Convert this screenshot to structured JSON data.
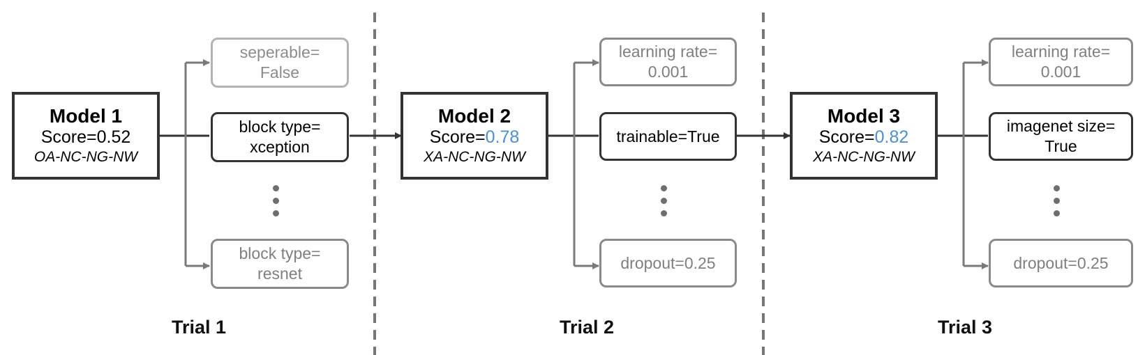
{
  "models": [
    {
      "title": "Model 1",
      "score_prefix": "Score=",
      "score": "0.52",
      "code": "OA-NC-NG-NW",
      "score_highlight": false
    },
    {
      "title": "Model 2",
      "score_prefix": "Score=",
      "score": "0.78",
      "code": "XA-NC-NG-NW",
      "score_highlight": true
    },
    {
      "title": "Model 3",
      "score_prefix": "Score=",
      "score": "0.82",
      "code": "XA-NC-NG-NW",
      "score_highlight": true
    }
  ],
  "options": [
    {
      "top": "seperable=\nFalse",
      "selected": "block type=\nxception",
      "bottom": "block type=\nresnet"
    },
    {
      "top": "learning rate=\n0.001",
      "selected": "trainable=True",
      "bottom": "dropout=0.25"
    },
    {
      "top": "learning rate=\n0.001",
      "selected": "imagenet size=\nTrue",
      "bottom": "dropout=0.25"
    }
  ],
  "trials": [
    "Trial 1",
    "Trial 2",
    "Trial 3"
  ],
  "colors": {
    "highlight": "#4a90d9",
    "active_border": "#333333",
    "inactive_border": "#8a8a8a",
    "separator": "#777777"
  }
}
